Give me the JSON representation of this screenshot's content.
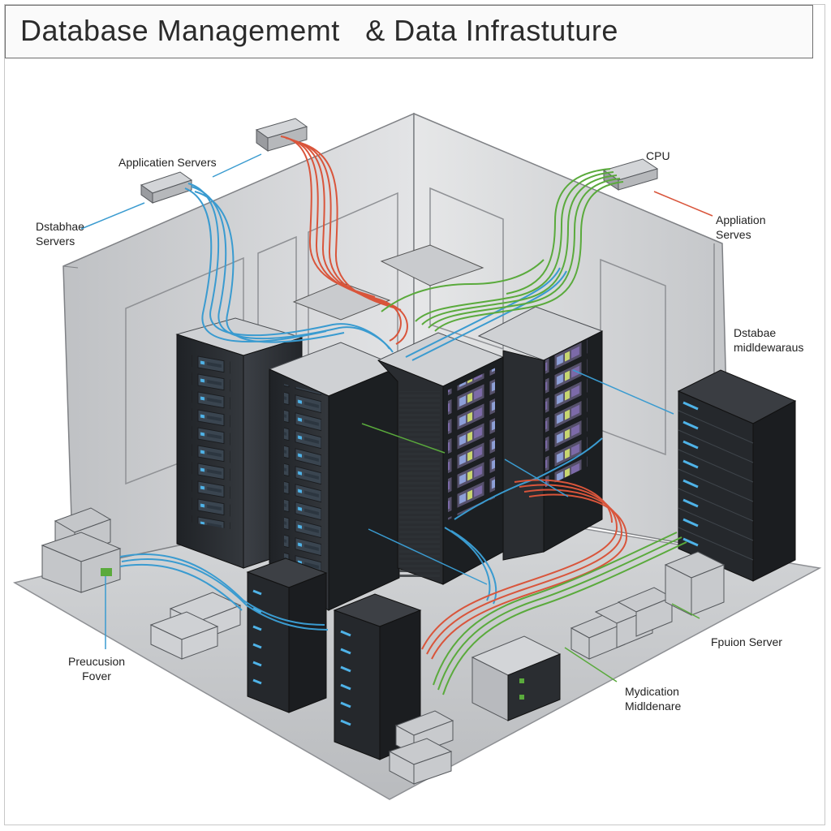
{
  "header": {
    "title": "Database Managememt   & Data Infrastuture"
  },
  "labels": {
    "application_servers_left": "Applicatien Servers",
    "database_servers_left": [
      "Dstabhae",
      "Servers"
    ],
    "cpu": "CPU",
    "application_servers_right": [
      "Appliation",
      "Serves"
    ],
    "database_middleware": [
      "Dstabae",
      "midldewaraus"
    ],
    "precaution_power": [
      "Preucusion",
      "Fover"
    ],
    "fusion_server": "Fpuion Server",
    "middleware_bottom": [
      "Mydication",
      "Midldenare"
    ]
  },
  "colors": {
    "cable_blue": "#3a9bd0",
    "cable_red": "#d9553b",
    "cable_green": "#5aaa3c",
    "rack_dark": "#2a2d31",
    "rack_top": "#c9cbce",
    "wall": "#dcdcdc",
    "floor": "#c7c9cc"
  }
}
